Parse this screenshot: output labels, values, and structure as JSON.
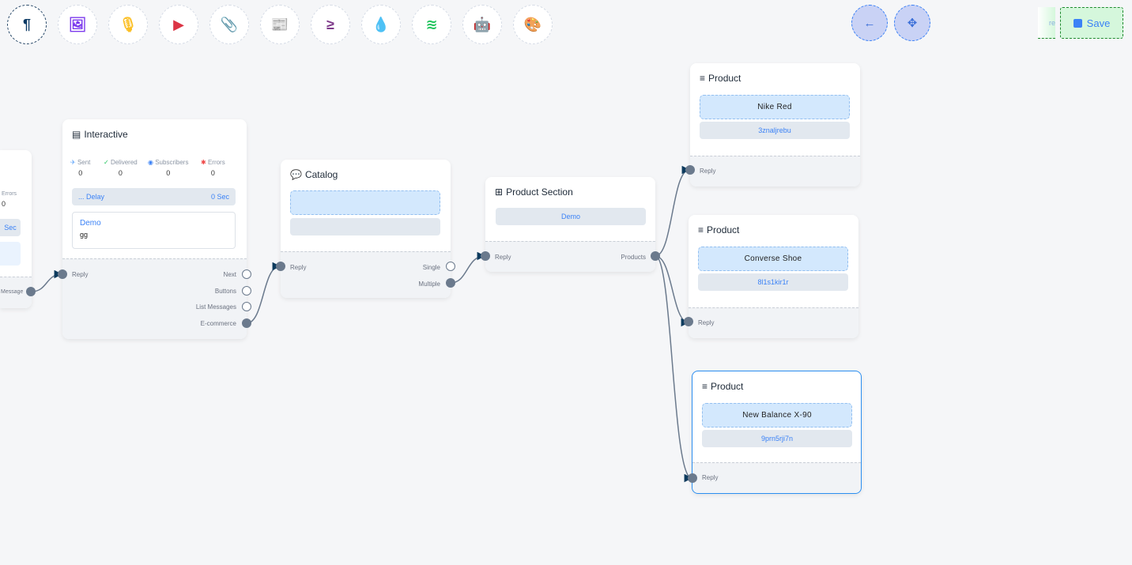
{
  "toolbar": {
    "tools": [
      {
        "icon": "paragraph-icon",
        "glyph": "¶",
        "color": "#0d3b66"
      },
      {
        "icon": "image-icon",
        "glyph": "🖼",
        "color": "#7c3aed"
      },
      {
        "icon": "microphone-icon",
        "glyph": "🎙",
        "color": "#fbbf24"
      },
      {
        "icon": "youtube-icon",
        "glyph": "▶",
        "color": "#dc3545"
      },
      {
        "icon": "paperclip-icon",
        "glyph": "📎",
        "color": "#16a34a"
      },
      {
        "icon": "newspaper-icon",
        "glyph": "📰",
        "color": "#f87171"
      },
      {
        "icon": "greater-equal-icon",
        "glyph": "≥",
        "color": "#7e3a8a"
      },
      {
        "icon": "droplet-icon",
        "glyph": "💧",
        "color": "#c8102e"
      },
      {
        "icon": "stack-overflow-icon",
        "glyph": "≋",
        "color": "#22c55e"
      },
      {
        "icon": "robot-icon",
        "glyph": "🤖",
        "color": "#1d1dd8"
      },
      {
        "icon": "palette-icon",
        "glyph": "🎨",
        "color": "#22c55e"
      }
    ]
  },
  "controls": {
    "back_icon": "←",
    "compress_icon": "✥",
    "ghost_label": "re",
    "save_label": "Save"
  },
  "nodes": {
    "partial": {
      "stat": "Errors",
      "stat_value": "0",
      "delay_value": "Sec",
      "output": "Message"
    },
    "interactive": {
      "title": "Interactive",
      "stats": [
        {
          "label": "Sent",
          "value": "0",
          "icon": "✈",
          "color": "#60a5fa"
        },
        {
          "label": "Delivered",
          "value": "0",
          "icon": "✓",
          "color": "#22c55e"
        },
        {
          "label": "Subscribers",
          "value": "0",
          "icon": "◉",
          "color": "#3b82f6"
        },
        {
          "label": "Errors",
          "value": "0",
          "icon": "✱",
          "color": "#ef4444"
        }
      ],
      "delay_label": "... Delay",
      "delay_value": "0 Sec",
      "box_title": "Demo",
      "box_text": "gg",
      "input": "Reply",
      "outputs": [
        "Next",
        "Buttons",
        "List Messages",
        "E-commerce"
      ]
    },
    "catalog": {
      "title": "Catalog",
      "input": "Reply",
      "outputs": [
        "Single",
        "Multiple"
      ]
    },
    "product_section": {
      "title": "Product Section",
      "item": "Demo",
      "input": "Reply",
      "output": "Products"
    },
    "products": [
      {
        "title": "Product",
        "name": "Nike Red",
        "id": "3znaljrebu",
        "input": "Reply"
      },
      {
        "title": "Product",
        "name": "Converse Shoe",
        "id": "8l1s1kir1r",
        "input": "Reply"
      },
      {
        "title": "Product",
        "name": "New Balance X-90",
        "id": "9prn5rji7n",
        "input": "Reply"
      }
    ]
  }
}
